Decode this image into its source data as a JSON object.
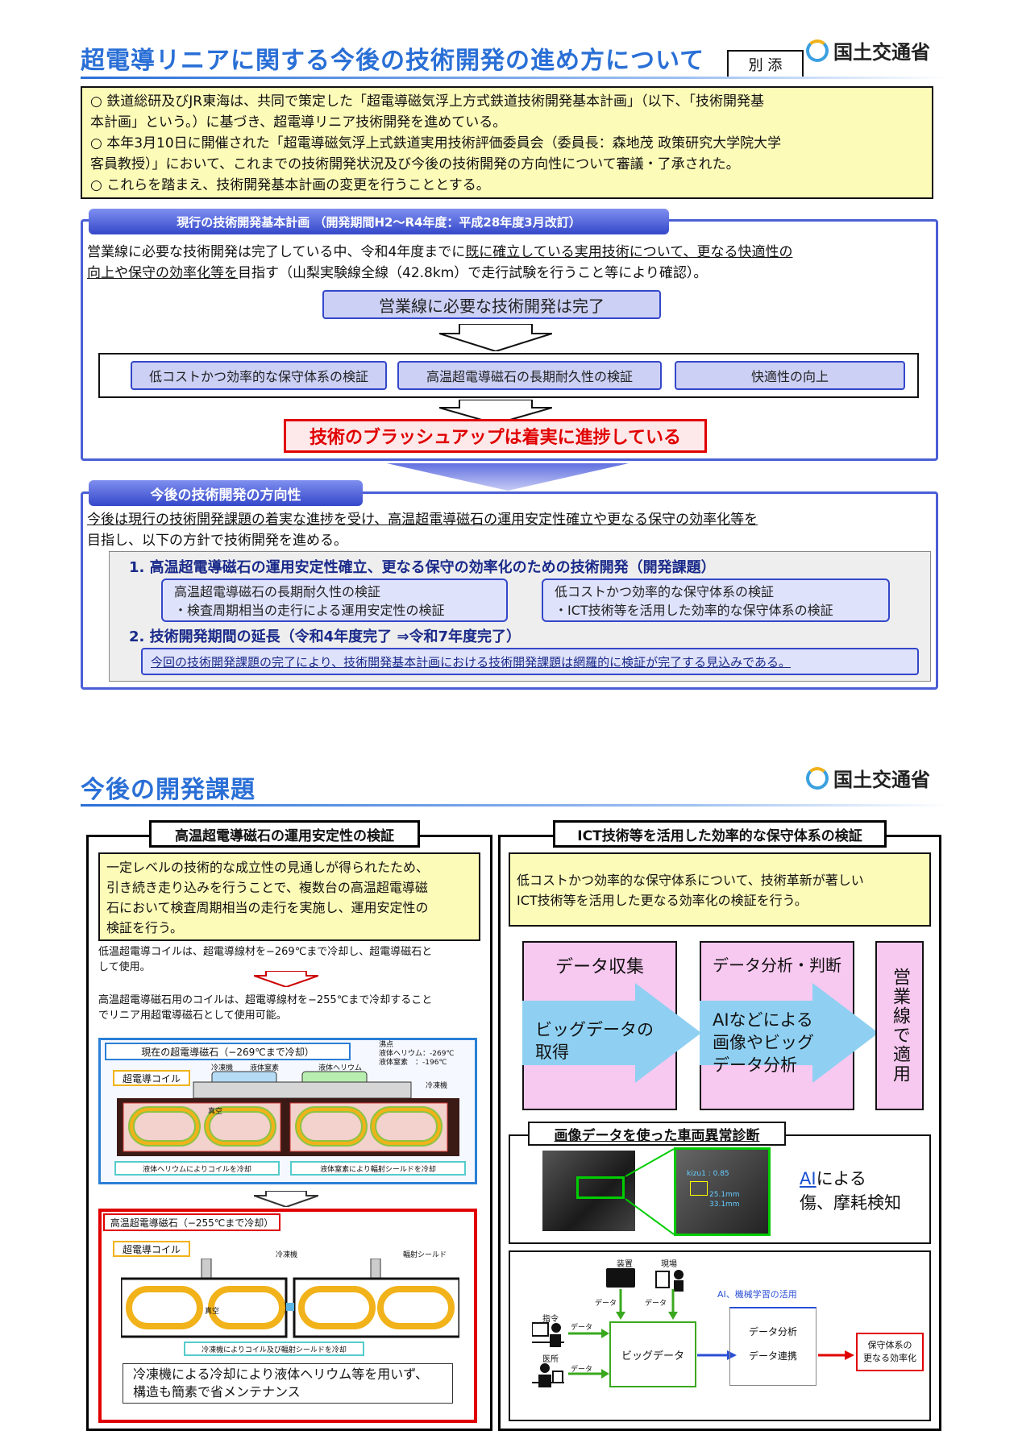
{
  "page1": {
    "title": "超電導リニアに関する今後の技術開発の進め方について",
    "attachment": "別 添",
    "ministry": "国土交通省",
    "intro": [
      "○  鉄道総研及びJR東海は、共同で策定した「超電導磁気浮上方式鉄道技術開発基本計画」（以下、「技術開発基",
      "   本計画」という。）に基づき、超電導リニア技術開発を進めている。",
      "○  本年3月10日に開催された「超電導磁気浮上式鉄道実用技術評価委員会（委員長：森地茂 政策研究大学院大学",
      "   客員教授）」において、これまでの技術開発状況及び今後の技術開発の方向性について審議・了承された。",
      "○  これらを踏まえ、技術開発基本計画の変更を行うこととする。"
    ],
    "current_plan": {
      "tab": "現行の技術開発基本計画 （開発期間H2～R4年度：平成28年度3月改訂）",
      "line1a": "  営業線に必要な技術開発は完了している中、令和4年度までに",
      "line1b": "既に確立している実用技術について、更なる快適性の",
      "line2a": "向上や保守の効率化等を",
      "line2b": "目指す（山梨実験線全線（42.8km）で走行試験を行うこと等により確認）。",
      "complete_box": "営業線に必要な技術開発は完了",
      "items": [
        "低コストかつ効率的な保守体系の検証",
        "高温超電導磁石の長期耐久性の検証",
        "快適性の向上"
      ],
      "result": "技術のブラッシュアップは着実に進捗している"
    },
    "future": {
      "tab": "今後の技術開発の方向性",
      "line1": "  今後は現行の技術開発課題の着実な進捗を受け、高温超電導磁石の運用安定性確立や更なる保守の効率化等を",
      "line2": "目指し、以下の方針で技術開発を進める。",
      "h1": "1. 高温超電導磁石の運用安定性確立、更なる保守の効率化のための技術開発（開発課題）",
      "box1_l1": "高温超電導磁石の長期耐久性の検証",
      "box1_l2": "・検査周期相当の走行による運用安定性の検証",
      "box2_l1": "低コストかつ効率的な保守体系の検証",
      "box2_l2": "・ICT技術等を活用した効率的な保守体系の検証",
      "h2": "2. 技術開発期間の延長（令和4年度完了 ⇒令和7年度完了）",
      "note": "今回の技術開発課題の完了により、技術開発基本計画における技術開発課題は網羅的に検証が完了する見込みである。"
    }
  },
  "page2": {
    "title": "今後の開発課題",
    "ministry": "国土交通省",
    "left": {
      "header": "高温超電導磁石の運用安定性の検証",
      "desc": [
        "  一定レベルの技術的な成立性の見通しが得られたため、",
        "引き続き走り込みを行うことで、複数台の高温超電導磁",
        "石において検査周期相当の走行を実施し、運用安定性の",
        "検証を行う。"
      ],
      "low_temp": [
        "低温超電導コイルは、超電導線材を−269℃まで冷却し、超電導磁石と",
        "して使用。"
      ],
      "high_temp": [
        "高温超電導磁石用のコイルは、超電導線材を−255℃まで冷却すること",
        "でリニア用超電導磁石として使用可能。"
      ],
      "fig1_title": "現在の超電導磁石（−269℃まで冷却）",
      "fig1_boiling": [
        "沸点",
        "液体ヘリウム：-269℃",
        "液体窒素　：-196℃"
      ],
      "fig1_labels": [
        "冷凍機",
        "液体窒素",
        "液体ヘリウム",
        "冷凍機",
        "超電導コイル",
        "真空"
      ],
      "fig1_note1": "液体ヘリウムによりコイルを冷却",
      "fig1_note2": "液体窒素により輻射シールドを冷却",
      "fig2_title": "高温超電導磁石（−255℃まで冷却）",
      "fig2_labels": [
        "超電導コイル",
        "冷凍機",
        "輻射シールド",
        "真空"
      ],
      "fig2_note": "冷凍機によりコイル及び輻射シールドを冷却",
      "fig2_caption": [
        "冷凍機による冷却により液体ヘリウム等を用いず、",
        "構造も簡素で省メンテナンス"
      ]
    },
    "right": {
      "header": "ICT技術等を活用した効率的な保守体系の検証",
      "desc": [
        "  低コストかつ効率的な保守体系について、技術革新が著しい",
        "ICT技術等を活用した更なる効率化の検証を行う。"
      ],
      "col1_head": "データ収集",
      "col1_body": [
        "ビッグデータの",
        "取得"
      ],
      "col2_head": "データ分析・判断",
      "col2_body": [
        "AIなどによる",
        "画像やビッグ",
        "データ分析"
      ],
      "col3": "営業線で適用",
      "diag_header": "画像データを使った車両異常診断",
      "ai_text1": "AI",
      "ai_text2": "による",
      "ai_text3": "傷、摩耗検知",
      "img_labels": [
        "kizu1 : 0.85",
        "25.1mm",
        "33.1mm"
      ],
      "flow": {
        "device": "装置",
        "field": "現場",
        "data": "データ",
        "command": "指令",
        "clinic": "医所",
        "big": "ビッグデータ",
        "ai_label": "AI、機械学習の活用",
        "analysis": "データ分析",
        "link": "データ連携",
        "result": [
          "保守体系の",
          "更なる効率化"
        ]
      }
    }
  },
  "colors": {
    "accent": "#2a6fd6",
    "tab": "#3447c9",
    "note_red": "#e00000",
    "yellow": "#fdfbb8",
    "pink": "#f7c8f0",
    "cyan": "#8fd0f2"
  }
}
